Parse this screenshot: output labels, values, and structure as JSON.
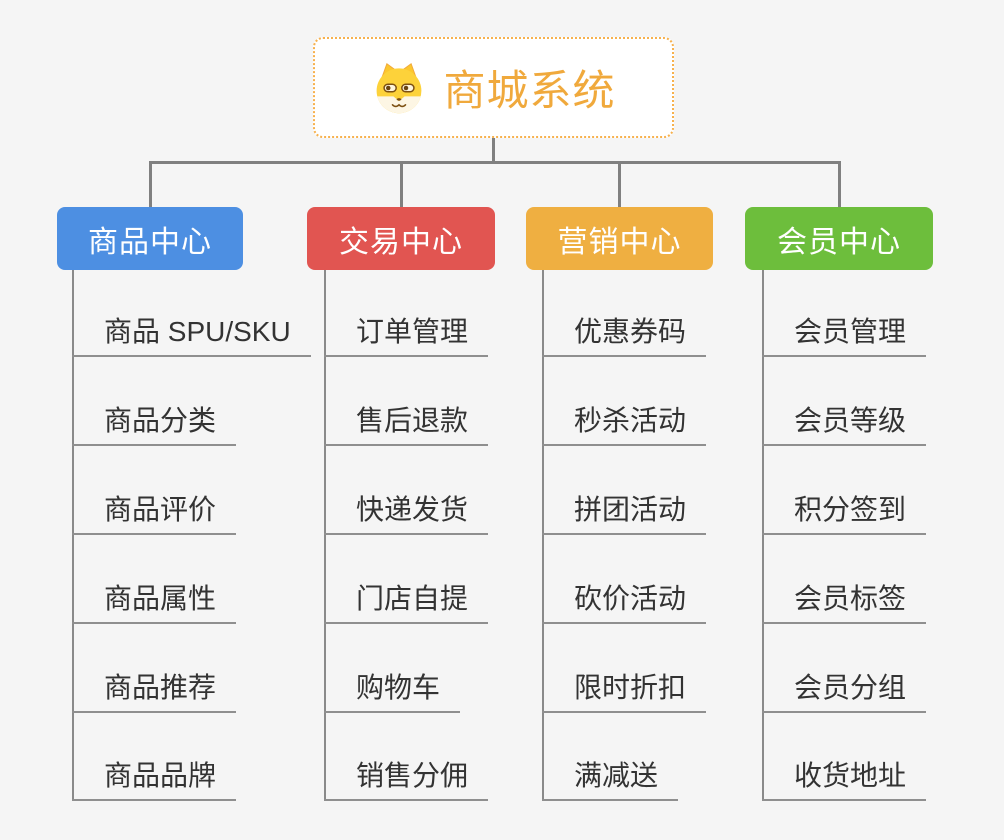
{
  "root": {
    "title": "商城系统",
    "icon": "dog-face-icon"
  },
  "branches": [
    {
      "label": "商品中心",
      "color": "#4d8fe2",
      "children": [
        "商品 SPU/SKU",
        "商品分类",
        "商品评价",
        "商品属性",
        "商品推荐",
        "商品品牌"
      ]
    },
    {
      "label": "交易中心",
      "color": "#e15551",
      "children": [
        "订单管理",
        "售后退款",
        "快递发货",
        "门店自提",
        "购物车",
        "销售分佣"
      ]
    },
    {
      "label": "营销中心",
      "color": "#efaf41",
      "children": [
        "优惠券码",
        "秒杀活动",
        "拼团活动",
        "砍价活动",
        "限时折扣",
        "满减送"
      ]
    },
    {
      "label": "会员中心",
      "color": "#6dbe3c",
      "children": [
        "会员管理",
        "会员等级",
        "积分签到",
        "会员标签",
        "会员分组",
        "收货地址"
      ]
    }
  ],
  "colors": {
    "canvas_bg": "#f5f5f5",
    "connector": "#808080",
    "trunk": "#8a8a8a",
    "underline": "#8f8f8f",
    "item_text": "#333333",
    "header_text": "#ffffff",
    "root_border": "#f7b14d",
    "root_title": "#f0a93c"
  }
}
